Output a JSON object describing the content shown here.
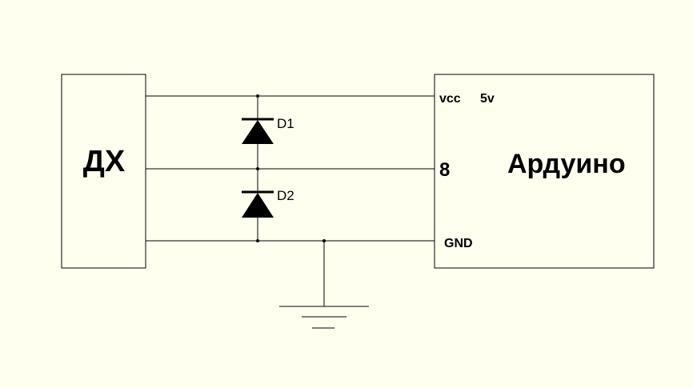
{
  "colors": {
    "background": "#FFFFF0",
    "line": "#000000"
  },
  "left_block": {
    "label": "ДХ"
  },
  "right_block": {
    "label": "Ардуино"
  },
  "pins": {
    "vcc": "vcc",
    "vcc_voltage": "5v",
    "signal": "8",
    "gnd": "GND"
  },
  "diodes": [
    {
      "label": "D1"
    },
    {
      "label": "D2"
    }
  ]
}
